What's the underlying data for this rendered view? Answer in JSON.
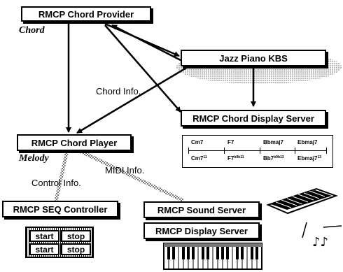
{
  "boxes": {
    "chord_provider": "RMCP Chord Provider",
    "jazz_piano_kbs": "Jazz Piano KBS",
    "chord_display_server": "RMCP Chord Display Server",
    "chord_player": "RMCP Chord Player",
    "seq_controller": "RMCP SEQ Controller",
    "sound_server": "RMCP Sound Server",
    "display_server": "RMCP Display Server"
  },
  "labels": {
    "chord": "Chord",
    "melody": "Melody",
    "chord_info": "Chord Info.",
    "midi_info": "MIDI Info.",
    "control_info": "Control Info."
  },
  "chord_display": {
    "top": [
      "Cm7",
      "F7",
      "Bbmaj7",
      "Ebmaj7"
    ],
    "bottom": [
      {
        "base": "Cm7",
        "sup": "11"
      },
      {
        "base": "F7",
        "sup": "b9b11"
      },
      {
        "base": "Bb7",
        "sup": "b9b13"
      },
      {
        "base": "Ebmaj7",
        "sup": "13"
      }
    ]
  },
  "seq_buttons": [
    {
      "start": "start",
      "stop": "stop"
    },
    {
      "start": "start",
      "stop": "stop"
    }
  ],
  "icons": [
    "keyboard-icon",
    "music-notes-icon",
    "piano-keys-icon"
  ]
}
